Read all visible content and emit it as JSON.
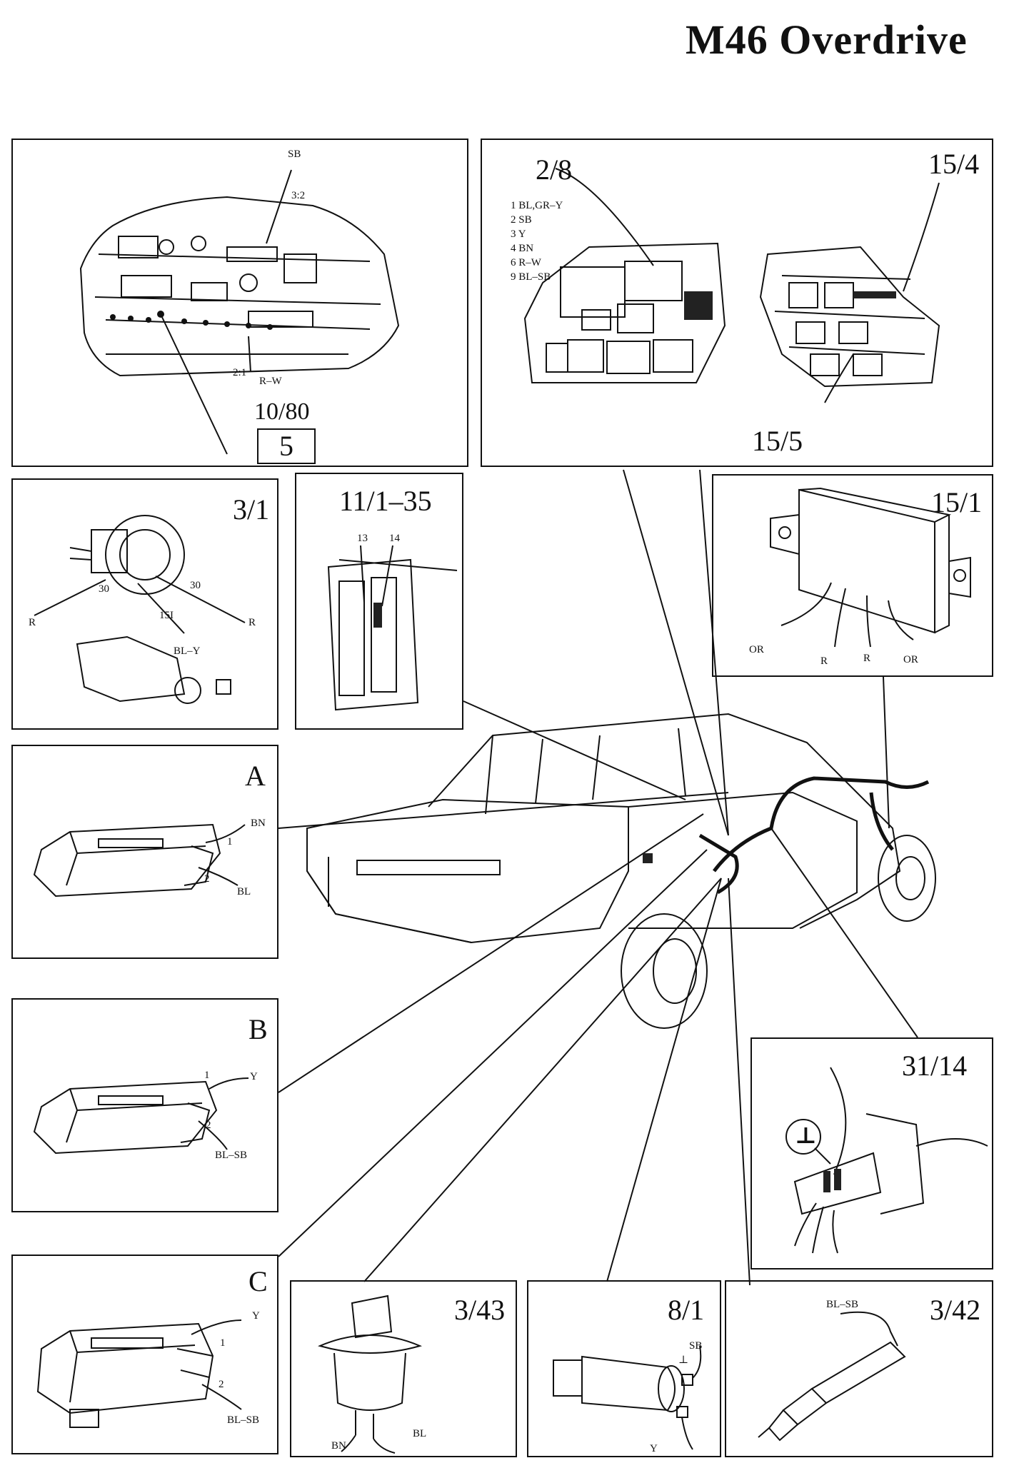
{
  "page": {
    "title": "M46 Overdrive"
  },
  "panels": {
    "p_10_80": {
      "id": "10/80",
      "box": "5",
      "labels": [
        "SB",
        "3:2",
        "2:1",
        "R–W"
      ]
    },
    "p_2_8": {
      "id": "2/8",
      "legend": [
        "1 BL,GR–Y",
        "2 SB",
        "3 Y",
        "4 BN",
        "6 R–W",
        "9 BL–SB"
      ]
    },
    "p_15_4": {
      "id": "15/4",
      "id2": "15/5"
    },
    "p_3_1": {
      "id": "3/1",
      "labels": [
        "30",
        "30",
        "15I",
        "R",
        "R",
        "BL–Y"
      ]
    },
    "p_11_1_35": {
      "id": "11/1–35",
      "labels": [
        "13",
        "14"
      ]
    },
    "p_15_1": {
      "id": "15/1",
      "labels": [
        "OR",
        "R",
        "R",
        "OR"
      ]
    },
    "p_A": {
      "id": "A",
      "labels": [
        "BN",
        "1",
        "2",
        "BL"
      ]
    },
    "p_B": {
      "id": "B",
      "labels": [
        "1",
        "Y",
        "2",
        "BL–SB"
      ]
    },
    "p_C": {
      "id": "C",
      "labels": [
        "Y",
        "1",
        "2",
        "BL–SB"
      ]
    },
    "p_31_14": {
      "id": "31/14",
      "symbol": "⊥"
    },
    "p_3_43": {
      "id": "3/43",
      "labels": [
        "BN",
        "BL"
      ]
    },
    "p_8_1": {
      "id": "8/1",
      "labels": [
        "SB",
        "⊥",
        "Y"
      ]
    },
    "p_3_42": {
      "id": "3/42",
      "labels": [
        "BL–SB"
      ]
    }
  }
}
